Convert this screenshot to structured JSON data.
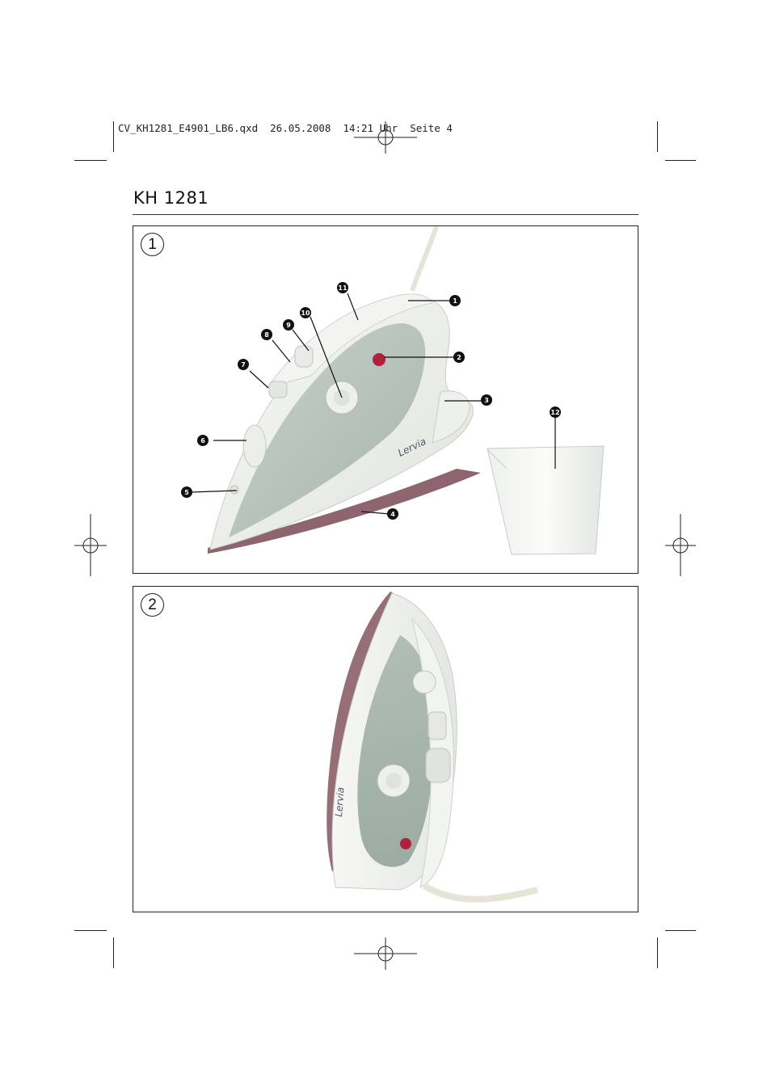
{
  "slug": "CV_KH1281_E4901_LB6.qxd  26.05.2008  14:21 Uhr  Seite 4",
  "title": "KH 1281",
  "figures": [
    {
      "number": "1",
      "callouts": [
        "1",
        "2",
        "3",
        "4",
        "5",
        "6",
        "7",
        "8",
        "9",
        "10",
        "11",
        "12"
      ],
      "brand": "Lervia"
    },
    {
      "number": "2",
      "brand": "Lervia"
    }
  ],
  "colors": {
    "frame": "#222222",
    "iron_body": "#eef0ec",
    "tank": "#a9b8b0",
    "accent_red": "#b0203a",
    "soleplate": "#7a4a55"
  }
}
